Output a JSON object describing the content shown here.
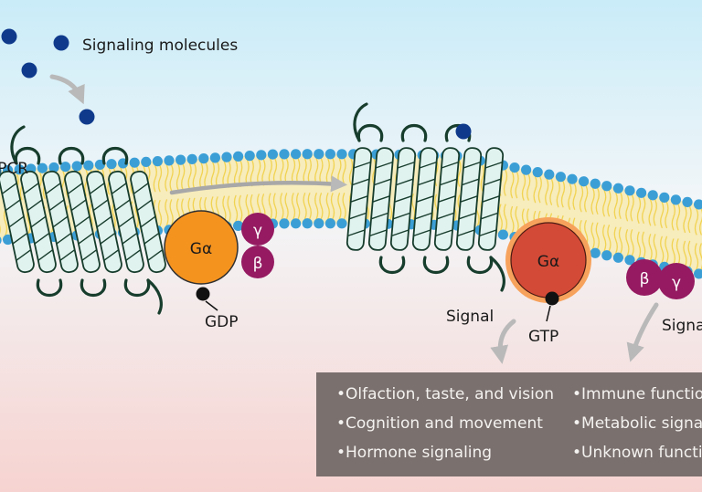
{
  "labels": {
    "signaling_molecules": "Signaling molecules",
    "gpcr": "GPCR",
    "g_alpha": "Gα",
    "beta": "β",
    "gamma": "γ",
    "gdp": "GDP",
    "gtp": "GTP",
    "signal": "Signal"
  },
  "functions": {
    "left": [
      "•Olfaction, taste, and vision",
      "•Cognition and movement",
      "•Hormone signaling"
    ],
    "right": [
      "•Immune function",
      "•Metabolic signaling",
      "•Unknown function"
    ]
  },
  "colors": {
    "background_top": "#c9ecf8",
    "background_bottom": "#f6d3d0",
    "molecule": "#0f3a8c",
    "lipid_head": "#3b9fd6",
    "lipid_tail": "#f1d352",
    "membrane_fill": "#f7ecbc",
    "helix_fill": "#e1f3ef",
    "helix_stroke": "#173d2d",
    "g_alpha_gdp": "#f5931f",
    "g_alpha_gtp": "#d34a36",
    "g_alpha_gtp_halo": "#f7a25c",
    "beta_gamma": "#951a61",
    "nucleotide": "#111111",
    "arrow": "#b9b9b9",
    "box": "#7a706e"
  }
}
